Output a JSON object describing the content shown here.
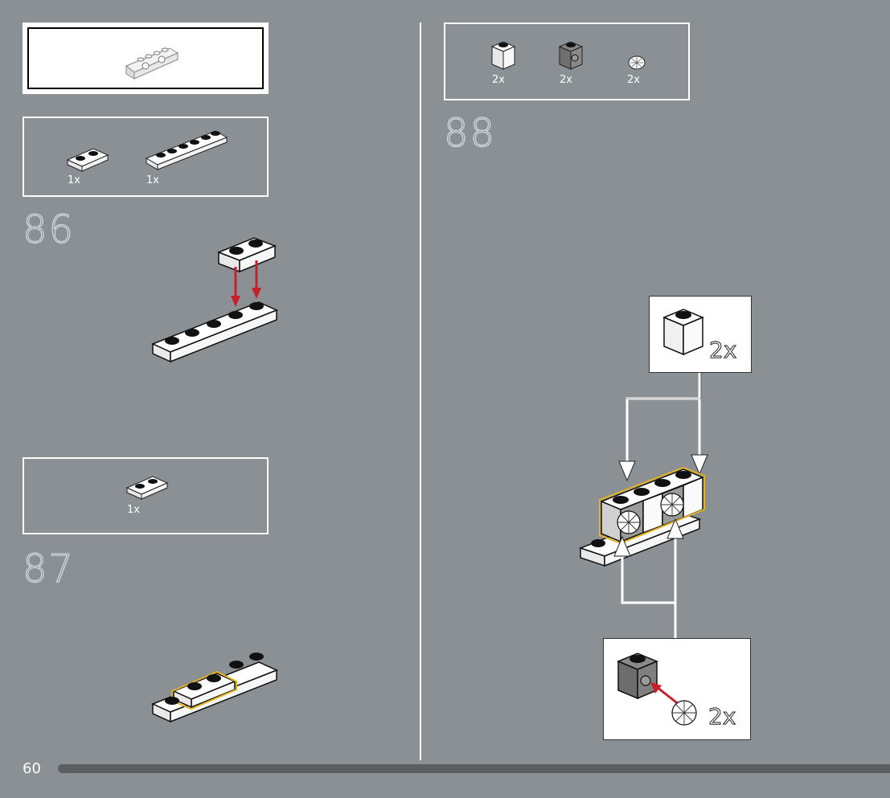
{
  "steps": {
    "step86": {
      "number": "86",
      "parts": [
        {
          "qty": "1x",
          "part": "plate-1x2-white"
        },
        {
          "qty": "1x",
          "part": "plate-1x6-white"
        }
      ]
    },
    "step87": {
      "number": "87",
      "parts": [
        {
          "qty": "1x",
          "part": "plate-1x2-white"
        }
      ]
    },
    "step88": {
      "number": "88",
      "parts": [
        {
          "qty": "2x",
          "part": "brick-1x1-white"
        },
        {
          "qty": "2x",
          "part": "brick-1x1-with-stud-dark-gray"
        },
        {
          "qty": "2x",
          "part": "round-grille-white"
        }
      ],
      "callout_top_qty": "2x",
      "callout_bottom_qty": "2x"
    }
  },
  "page": {
    "number": "60"
  },
  "colors": {
    "background": "#8a9094",
    "arrow_red": "#c8202a",
    "highlight_yellow": "#e3b21f",
    "progress_bar": "#5b5f62"
  }
}
